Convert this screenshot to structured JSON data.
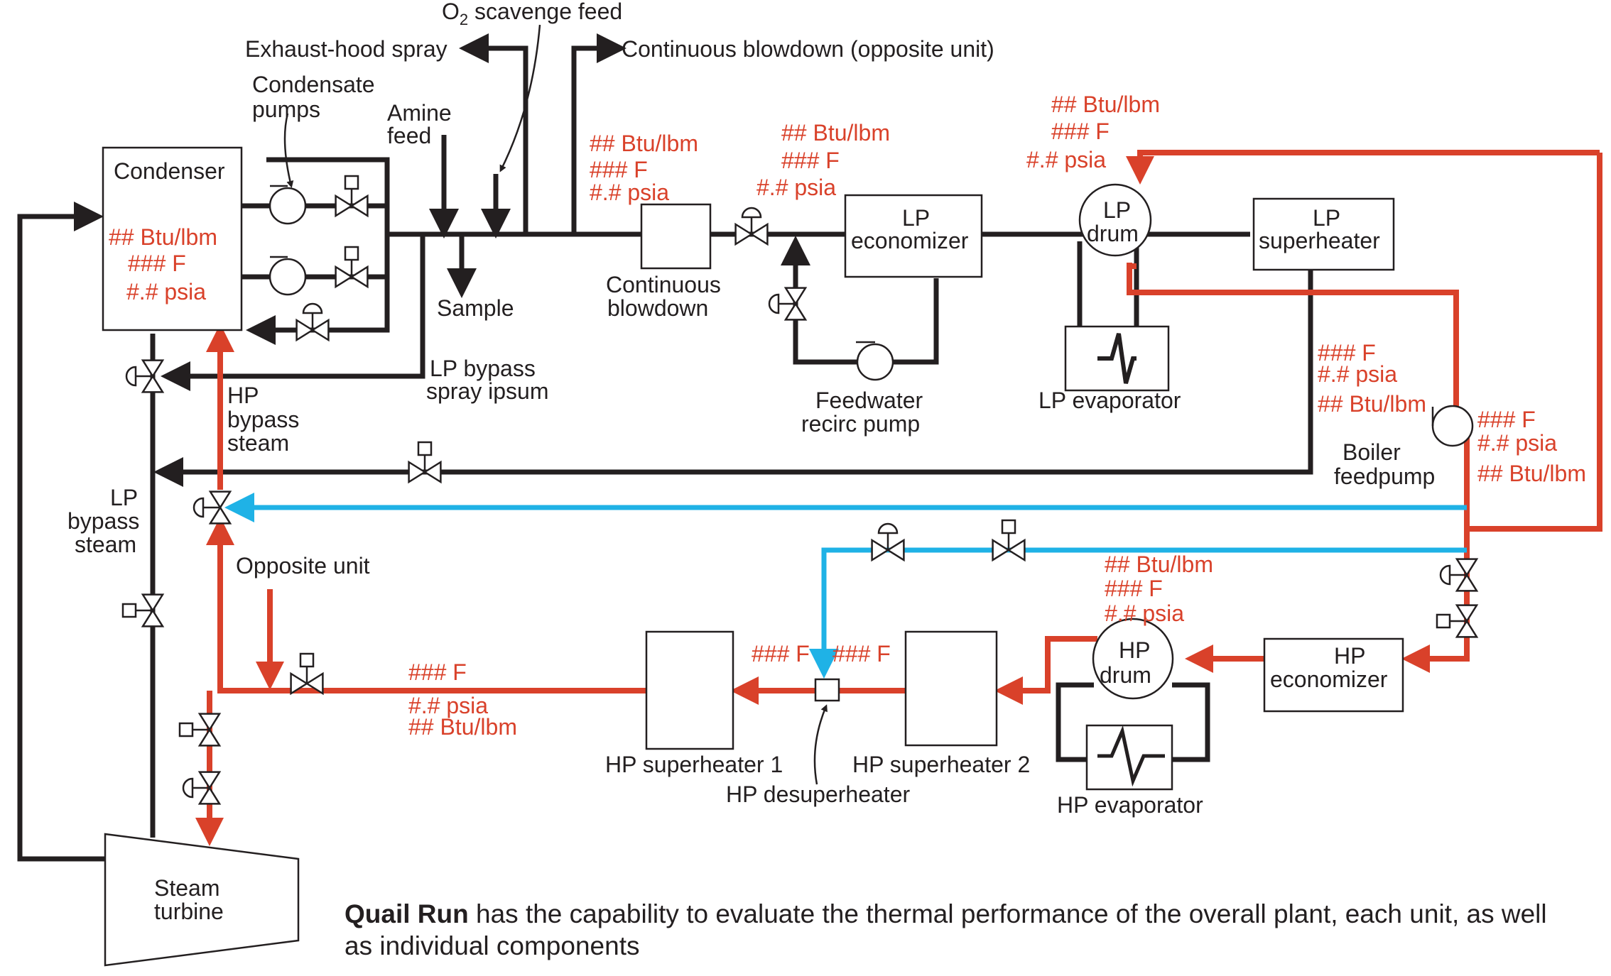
{
  "colors": {
    "black": "#231f20",
    "red": "#d9412a",
    "blue": "#1fb2e6"
  },
  "labels": {
    "o2": "O",
    "o2_sub": "2",
    "o2_rest": " scavenge feed",
    "exhaust": "Exhaust-hood spray",
    "cont_blow_opp": "Continuous blowdown (opposite unit)",
    "cond_pumps_1": "Condensate",
    "cond_pumps_2": "pumps",
    "amine_1": "Amine",
    "amine_2": "feed",
    "condenser": "Condenser",
    "sample": "Sample",
    "cont_blow_1": "Continuous",
    "cont_blow_2": "blowdown",
    "lp_econ_1": "LP",
    "lp_econ_2": "economizer",
    "lp_drum_1": "LP",
    "lp_drum_2": "drum",
    "lp_sh_1": "LP",
    "lp_sh_2": "superheater",
    "lp_bypass_spray_1": "LP bypass",
    "lp_bypass_spray_2": "spray ipsum",
    "fw_recirc_1": "Feedwater",
    "fw_recirc_2": "recirc pump",
    "lp_evap": "LP evaporator",
    "hp_bypass_1": "HP",
    "hp_bypass_2": "bypass",
    "hp_bypass_3": "steam",
    "boiler_fp_1": "Boiler",
    "boiler_fp_2": "feedpump",
    "lp_bypass_1": "LP",
    "lp_bypass_2": "bypass",
    "lp_bypass_3": "steam",
    "opposite": "Opposite unit",
    "hp_sh1": "HP superheater 1",
    "hp_sh2": "HP superheater 2",
    "hp_desup": "HP desuperheater",
    "hp_drum_1": "HP",
    "hp_drum_2": "drum",
    "hp_evap": "HP evaporator",
    "hp_econ_1": "HP",
    "hp_econ_2": "economizer",
    "turbine_1": "Steam",
    "turbine_2": "turbine"
  },
  "values": {
    "enthalpy": "## Btu/lbm",
    "temp": "### F",
    "pressure": "#.# psia"
  },
  "caption": {
    "bold": "Quail Run",
    "line1": " has the capability to evaluate the thermal performance of the overall plant, each unit, as well",
    "line2": "as individual components"
  }
}
